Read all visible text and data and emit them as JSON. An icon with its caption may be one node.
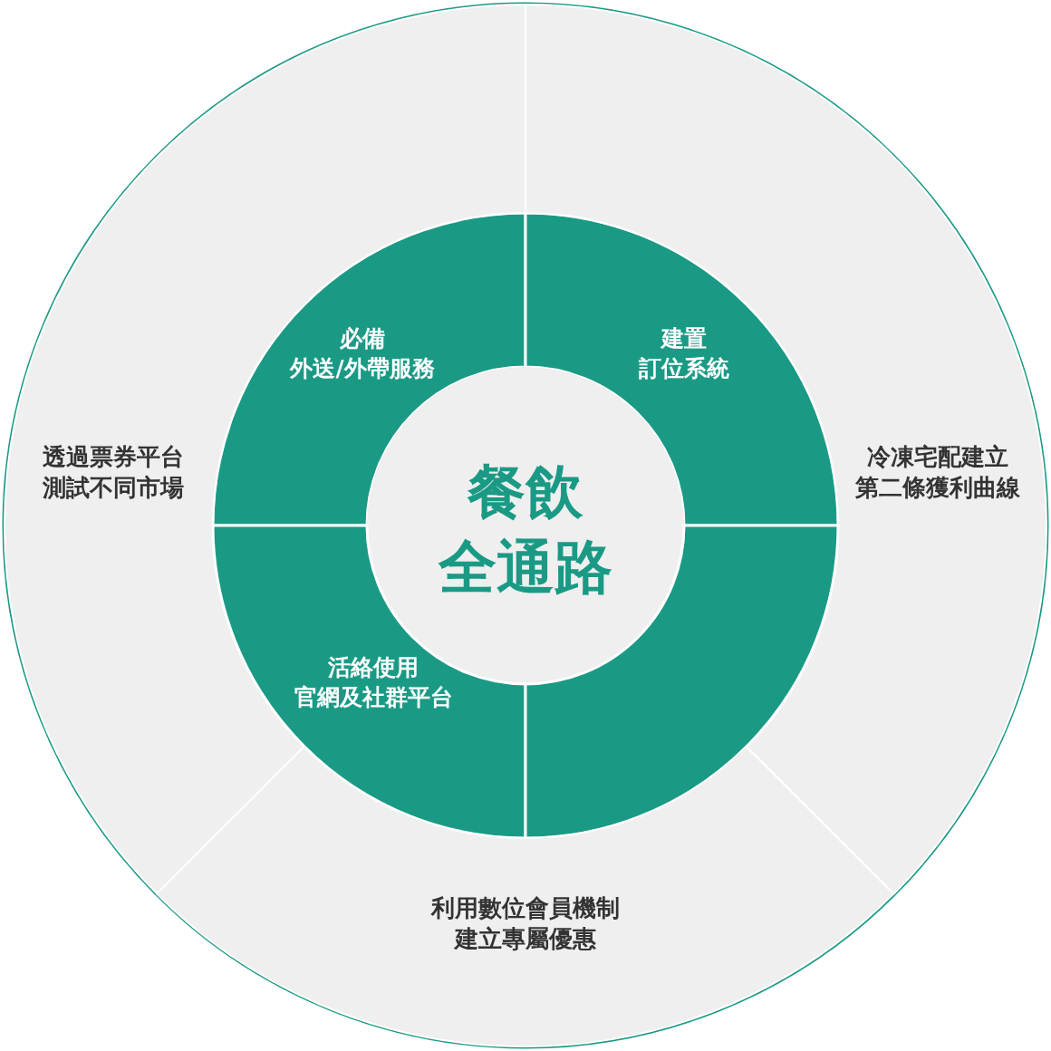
{
  "diagram": {
    "nodes": [
      {
        "text": [
          "必備外送/外帶服務"
        ]
      },
      {
        "text": [
          "建置訂位系統"
        ]
      },
      {
        "text": [
          "透過票券平台測試不同市場"
        ]
      },
      {
        "text": [
          "冷凍宅配建立第二條獲利曲線"
        ]
      },
      {
        "text": [
          "餐飲全通路"
        ]
      },
      {
        "text": [
          "活絡使用官網及社群平台"
        ]
      },
      {
        "text": [],
        "shape": "sector"
      },
      {
        "text": [
          "利用數位會員機制建立專屬優惠"
        ]
      }
    ]
  }
}
